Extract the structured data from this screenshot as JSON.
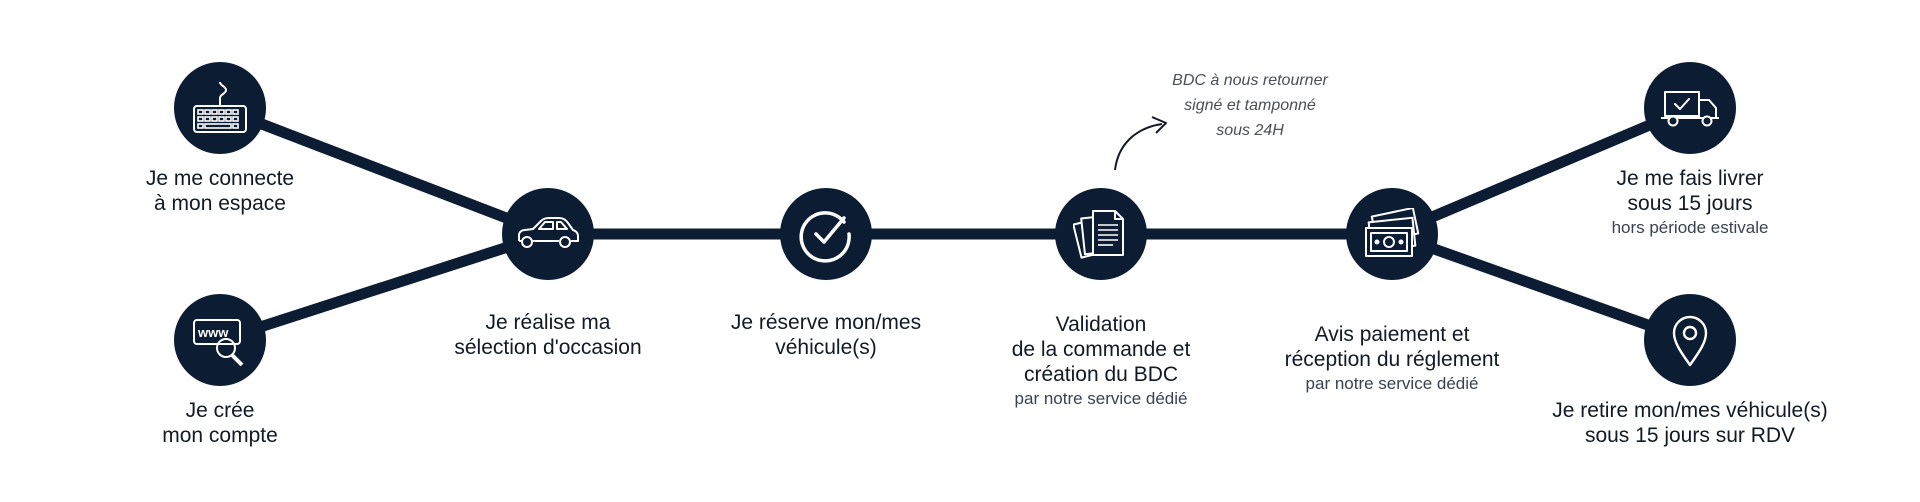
{
  "colors": {
    "node": "#0b1c33",
    "line": "#0b1c33",
    "text": "#111a26",
    "subtext": "#3a4250"
  },
  "steps": [
    {
      "id": "connect",
      "icon": "keyboard-icon",
      "lines": [
        "Je me connecte",
        "à mon espace"
      ],
      "sub": ""
    },
    {
      "id": "account",
      "icon": "www-search-icon",
      "lines": [
        "Je crée",
        "mon compte"
      ],
      "sub": ""
    },
    {
      "id": "selection",
      "icon": "car-icon",
      "lines": [
        "Je réalise ma",
        "sélection d'occasion"
      ],
      "sub": ""
    },
    {
      "id": "reserve",
      "icon": "check-circle-icon",
      "lines": [
        "Je réserve mon/mes",
        "véhicule(s)"
      ],
      "sub": ""
    },
    {
      "id": "validation",
      "icon": "documents-icon",
      "lines": [
        "Validation",
        "de la commande et",
        "création du BDC"
      ],
      "sub": "par notre service dédié"
    },
    {
      "id": "payment",
      "icon": "banknotes-icon",
      "lines": [
        "Avis paiement et",
        "réception du réglement"
      ],
      "sub": "par notre service dédié"
    },
    {
      "id": "delivery",
      "icon": "delivery-truck-icon",
      "lines": [
        "Je me fais livrer",
        "sous 15 jours"
      ],
      "sub": "hors période estivale"
    },
    {
      "id": "pickup",
      "icon": "location-pin-icon",
      "lines": [
        "Je retire mon/mes véhicule(s)",
        "sous 15 jours sur RDV"
      ],
      "sub": ""
    }
  ],
  "note": {
    "lines": [
      "BDC à nous retourner",
      "signé et tamponné",
      "sous 24H"
    ]
  }
}
